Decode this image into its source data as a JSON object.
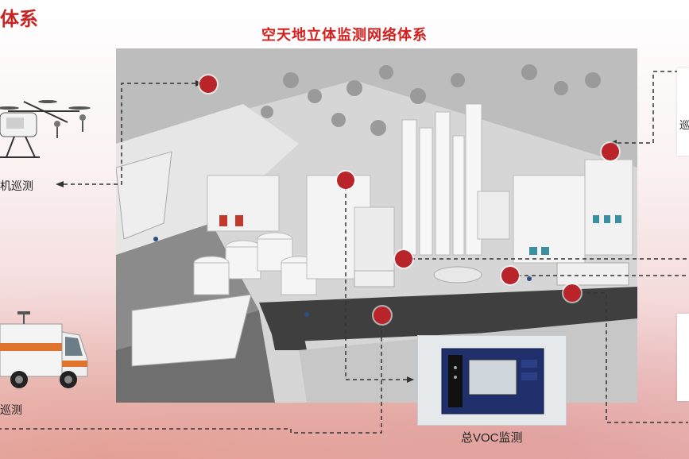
{
  "header": {
    "corner_title": "体系",
    "main_title": "空天地立体监测网络体系"
  },
  "labels": {
    "drone": "机巡测",
    "vehicle": "巡测",
    "voc": "总VOC监测",
    "right_edge": "巡"
  },
  "colors": {
    "title_red": "#d41f1f",
    "marker_red": "#b8242a",
    "dashed_line": "#333333"
  },
  "icons": [
    "drone-icon",
    "monitoring-vehicle-icon",
    "voc-analyzer-icon",
    "chemical-plant-illustration"
  ]
}
